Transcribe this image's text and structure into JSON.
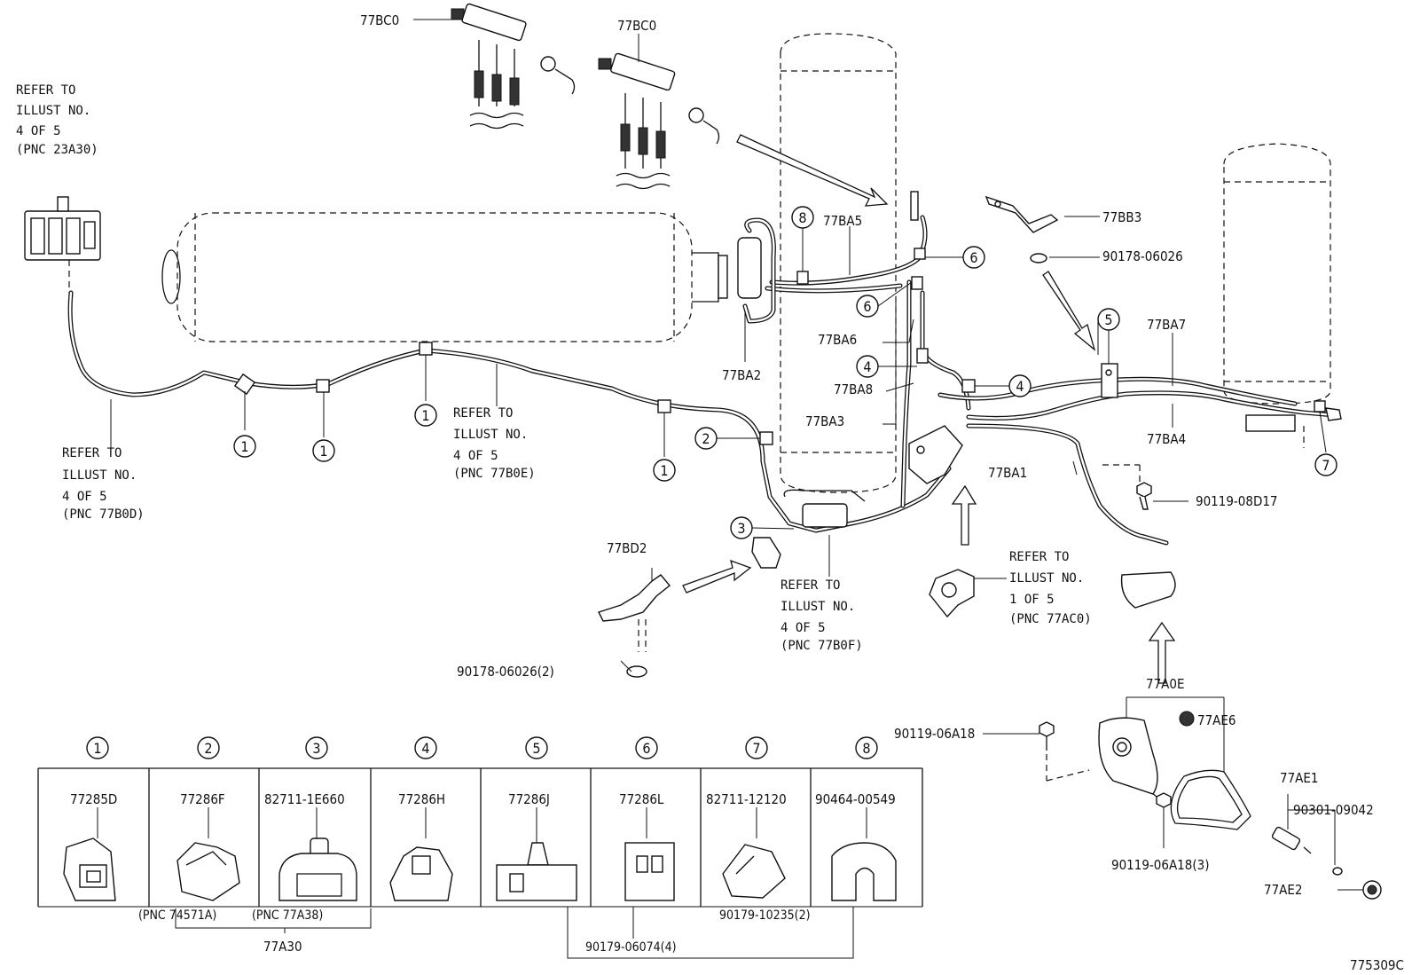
{
  "part_labels": {
    "bc0_a": "77BC0",
    "bc0_b": "77BC0",
    "ba5": "77BA5",
    "bb3": "77BB3",
    "bolt_06026_top": "90178-06026",
    "ba7": "77BA7",
    "ba4": "77BA4",
    "ba6": "77BA6",
    "ba8": "77BA8",
    "ba3": "77BA3",
    "ba2": "77BA2",
    "ba1": "77BA1",
    "bolt_08d17": "90119-08D17",
    "bd2": "77BD2",
    "nut_06026_2": "90178-06026(2)",
    "a0e": "77A0E",
    "ae6": "77AE6",
    "bolt_06a18": "90119-06A18",
    "bolt_06a18_3": "90119-06A18(3)",
    "ae1": "77AE1",
    "bolt_09042": "90301-09042",
    "ae2": "77AE2",
    "a30": "77A30",
    "clip_06074": "90179-06074(4)",
    "clip_10235": "90179-10235(2)",
    "illust_no": "775309C"
  },
  "refer_notes": {
    "top_left": [
      "REFER TO",
      "ILLUST NO.",
      "4 OF 5",
      "(PNC 23A30)"
    ],
    "left_mid": [
      "REFER TO",
      "ILLUST NO.",
      "4 OF 5",
      "(PNC 77B0D)"
    ],
    "center": [
      "REFER TO",
      "ILLUST NO.",
      "4 OF 5",
      "(PNC 77B0E)"
    ],
    "bottom_center": [
      "REFER TO",
      "ILLUST NO.",
      "4 OF 5",
      "(PNC 77B0F)"
    ],
    "right_mid": [
      "REFER TO",
      "ILLUST NO.",
      "1 OF 5",
      "(PNC 77AC0)"
    ]
  },
  "callouts": {
    "n1": "1",
    "n2": "2",
    "n3": "3",
    "n4": "4",
    "n5": "5",
    "n6": "6",
    "n7": "7",
    "n8": "8"
  },
  "legend_table": {
    "columns": [
      {
        "num": "1",
        "part": "77285D"
      },
      {
        "num": "2",
        "part": "77286F"
      },
      {
        "num": "3",
        "part": "82711-1E660"
      },
      {
        "num": "4",
        "part": "77286H"
      },
      {
        "num": "5",
        "part": "77286J"
      },
      {
        "num": "6",
        "part": "77286L"
      },
      {
        "num": "7",
        "part": "82711-12120"
      },
      {
        "num": "8",
        "part": "90464-00549"
      }
    ],
    "pnc_note_1": "(PNC 74571A)",
    "pnc_note_2": "(PNC 77A38)"
  },
  "colors": {
    "line": "#111111",
    "background": "#ffffff"
  },
  "icons": [
    "bolt-icon",
    "clip-icon",
    "connector-icon",
    "arrow-icon"
  ]
}
